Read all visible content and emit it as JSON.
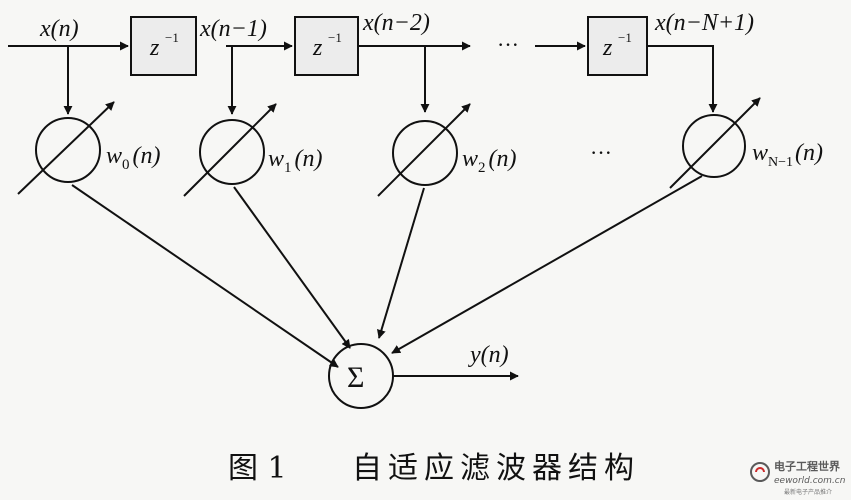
{
  "diagram": {
    "input_label": "x(n)",
    "tap_labels": [
      "x(n−1)",
      "x(n−2)",
      "x(n−N+1)"
    ],
    "delay_label": "z",
    "delay_exponent": "−1",
    "ellipsis": "···",
    "weights": [
      {
        "base": "w",
        "sub": "0",
        "arg": "(n)"
      },
      {
        "base": "w",
        "sub": "1",
        "arg": "(n)"
      },
      {
        "base": "w",
        "sub": "2",
        "arg": "(n)"
      },
      {
        "base": "w",
        "sub": "N−1",
        "arg": "(n)"
      }
    ],
    "sum_symbol": "Σ",
    "output_label": "y(n)"
  },
  "caption": {
    "figure": "图 1",
    "title": "自适应滤波器结构"
  },
  "watermark": {
    "brand": "电子工程世界",
    "site": "eeworld.com.cn",
    "tagline": "最新电子产品推介"
  },
  "colors": {
    "ink": "#111111",
    "box_fill": "#ececec",
    "background": "#f7f7f5",
    "watermark_text": "#5a5a5a",
    "watermark_accent": "#cc2b2b"
  }
}
